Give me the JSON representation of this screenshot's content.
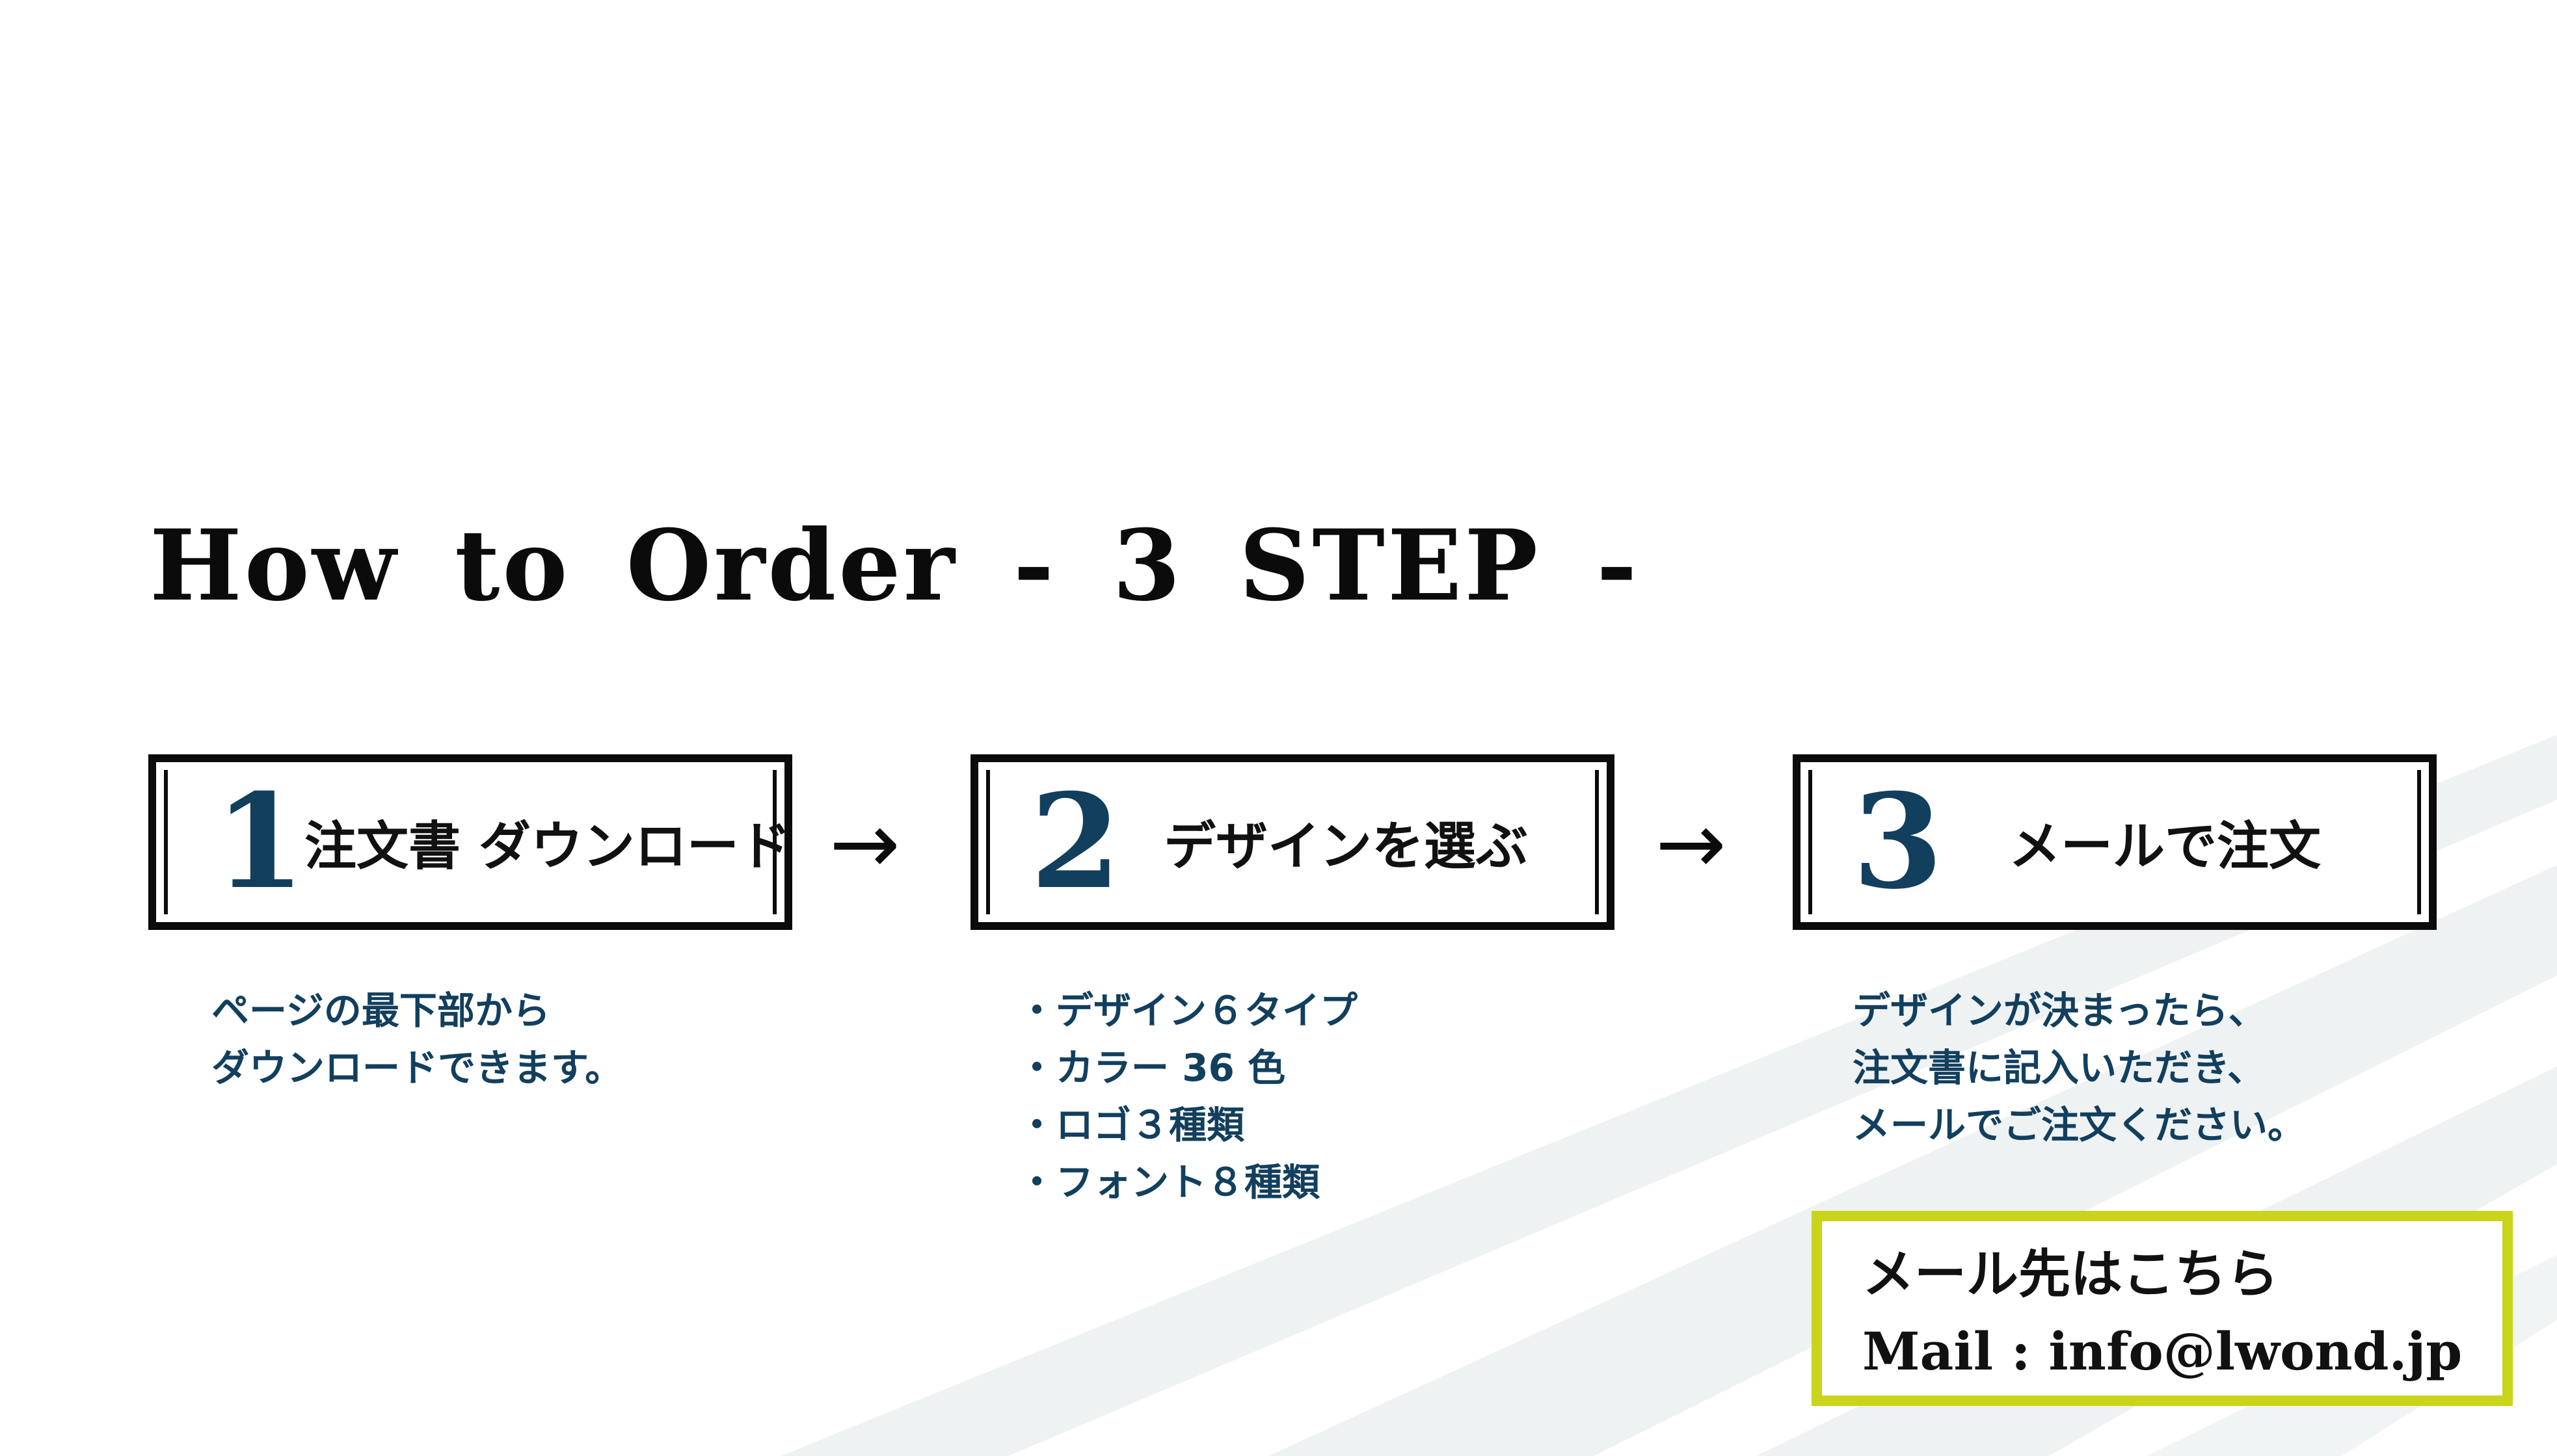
{
  "title": "How to Order - 3 STEP -",
  "arrow_symbol": "→",
  "steps": [
    {
      "number": "1",
      "label": "注文書 ダウンロード",
      "description": [
        "ページの最下部から",
        "ダウンロードできます。"
      ]
    },
    {
      "number": "2",
      "label": "デザインを選ぶ",
      "description": [
        "・デザイン６タイプ",
        "・カラー 36 色",
        "・ロゴ３種類",
        "・フォント８種類"
      ]
    },
    {
      "number": "3",
      "label": "メールで注文",
      "description": [
        "デザインが決まったら、",
        "注文書に記入いただき、",
        "メールでご注文ください。"
      ]
    }
  ],
  "contact": {
    "heading": "メール先はこちら",
    "address": "Mail : info@lwond.jp"
  },
  "colors": {
    "accent_navy": "#123f5e",
    "border_black": "#0b0b0b",
    "highlight_yellow": "#c9d41a",
    "stripe_gray": "#eef2f3"
  }
}
